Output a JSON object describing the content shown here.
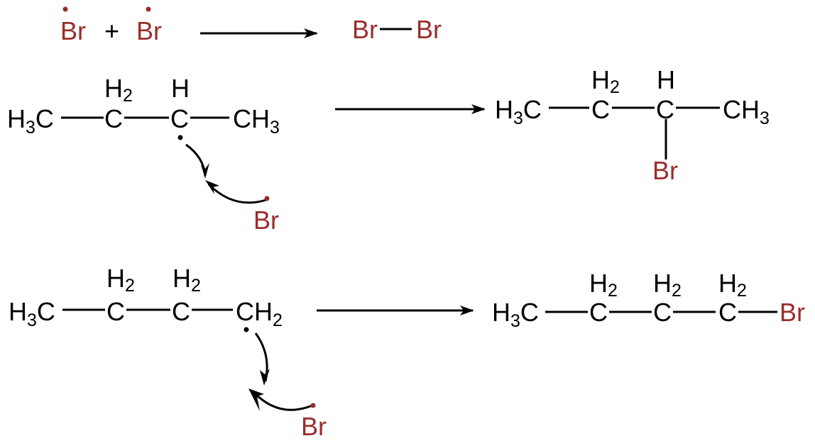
{
  "colors": {
    "bromine": "#9b2c2c",
    "carbon": "#000000"
  },
  "reaction_termination": {
    "reactant_1": "Br",
    "plus": "+",
    "reactant_2": "Br",
    "product_atom_1": "Br",
    "product_atom_2": "Br"
  },
  "reaction_secondary": {
    "reactant": {
      "c1": {
        "h": "H",
        "sub": "3",
        "c": "C"
      },
      "c2": {
        "c": "C",
        "h": "H",
        "sub": "2"
      },
      "c3": {
        "c": "C",
        "h": "H"
      },
      "c4": {
        "c": "CH",
        "sub": "3"
      }
    },
    "radical": "Br",
    "product": {
      "c1": {
        "h": "H",
        "sub": "3",
        "c": "C"
      },
      "c2": {
        "c": "C",
        "h": "H",
        "sub": "2"
      },
      "c3": {
        "c": "C",
        "h": "H"
      },
      "c4": {
        "c": "CH",
        "sub": "3"
      },
      "substituent": "Br"
    }
  },
  "reaction_primary": {
    "reactant": {
      "c1": {
        "h": "H",
        "sub": "3",
        "c": "C"
      },
      "c2": {
        "c": "C",
        "h": "H",
        "sub": "2"
      },
      "c3": {
        "c": "C",
        "h": "H",
        "sub": "2"
      },
      "c4": {
        "c": "CH",
        "sub": "2"
      }
    },
    "radical": "Br",
    "product": {
      "c1": {
        "h": "H",
        "sub": "3",
        "c": "C"
      },
      "c2": {
        "c": "C",
        "h": "H",
        "sub": "2"
      },
      "c3": {
        "c": "C",
        "h": "H",
        "sub": "2"
      },
      "c4": {
        "c": "C",
        "h": "H",
        "sub": "2"
      },
      "substituent": "Br"
    }
  }
}
